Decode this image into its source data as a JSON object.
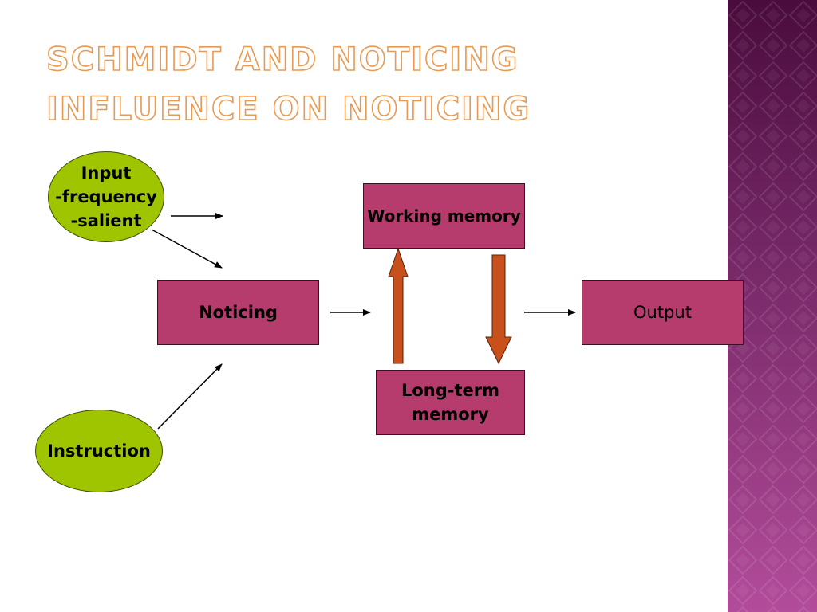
{
  "slide": {
    "title_lines": [
      "Schmidt and noticing",
      "Influence on noticing"
    ]
  },
  "diagram": {
    "input": {
      "lines": [
        "Input",
        "-frequency",
        "-salient"
      ]
    },
    "instruction": {
      "label": "Instruction"
    },
    "noticing": {
      "label": "Noticing"
    },
    "working_memory": {
      "label": "Working memory"
    },
    "long_term_memory": {
      "lines": [
        "Long-term",
        "memory"
      ]
    },
    "output": {
      "label": "Output"
    }
  },
  "colors": {
    "ellipse_fill": "#9fc400",
    "box_fill": "#b53c6c",
    "thick_arrow_fill": "#c8501a",
    "title_outline": "#e89a52",
    "sidebar_dark": "#4a0c3c",
    "sidebar_light": "#b24c9b"
  }
}
